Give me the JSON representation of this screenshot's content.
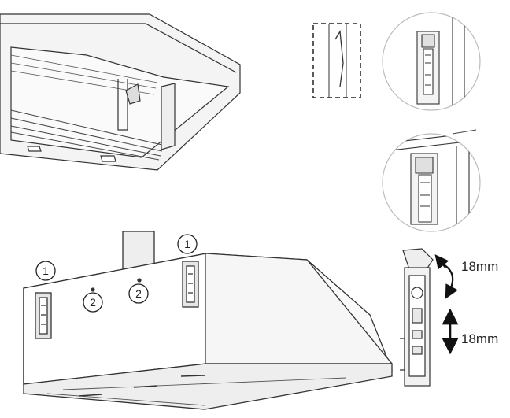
{
  "callouts": {
    "bracket_number": "1",
    "hook_number": "2"
  },
  "adjustments": {
    "depth": "18mm",
    "height": "18mm"
  }
}
